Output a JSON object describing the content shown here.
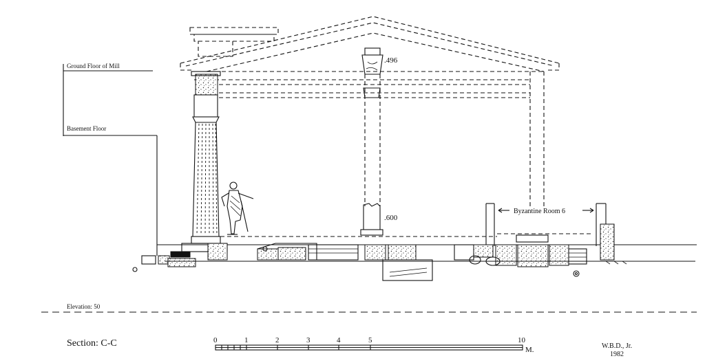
{
  "labels": {
    "ground_floor": "Ground Floor of Mill",
    "basement_floor": "Basement Floor",
    "level_496": ".496",
    "level_600": ".600",
    "byzantine_room": "Byzantine Room 6",
    "elevation": "Elevation: 50",
    "section": "Section: C-C"
  },
  "scale_bar": {
    "ticks": [
      "0",
      "1",
      "2",
      "3",
      "4",
      "5",
      "10"
    ],
    "unit": "M."
  },
  "credit": {
    "author": "W.B.D., Jr.",
    "year": "1982"
  }
}
